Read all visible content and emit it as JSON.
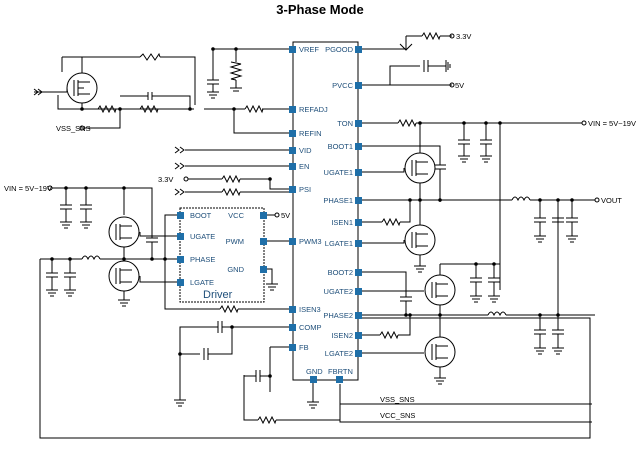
{
  "title": "3-Phase Mode",
  "controller": {
    "left_pins": [
      "VREF",
      "REFADJ",
      "REFIN",
      "VID",
      "EN",
      "PSI",
      "ISEN3",
      "COMP",
      "FB"
    ],
    "right_pins": [
      "PGOOD",
      "PVCC",
      "TON",
      "BOOT1",
      "UGATE1",
      "PHASE1",
      "ISEN1",
      "LGATE1",
      "BOOT2",
      "UGATE2",
      "PHASE2",
      "ISEN2",
      "LGATE2"
    ],
    "bottom_pins": [
      "GND",
      "FBRTN"
    ],
    "pwm3": "PWM3"
  },
  "driver": {
    "name": "Driver",
    "left_pins": [
      "BOOT",
      "UGATE",
      "PHASE",
      "LGATE"
    ],
    "right_pins": [
      "VCC",
      "PWM",
      "GND"
    ],
    "vcc_supply": "5V"
  },
  "nets": {
    "pgood_pullup": "3.3V",
    "pvcc_supply": "5V",
    "psi_pullup": "3.3V",
    "vin_right": "VIN = 5V~19V",
    "vin_left": "VIN = 5V~19V",
    "vout": "VOUT",
    "vss_sns_left": "VSS_SNS",
    "vss_sns_bottom": "VSS_SNS",
    "vcc_sns": "VCC_SNS"
  },
  "colors": {
    "pin": "#1f6fa8",
    "label": "#1f4f7a",
    "wire": "#000000"
  }
}
